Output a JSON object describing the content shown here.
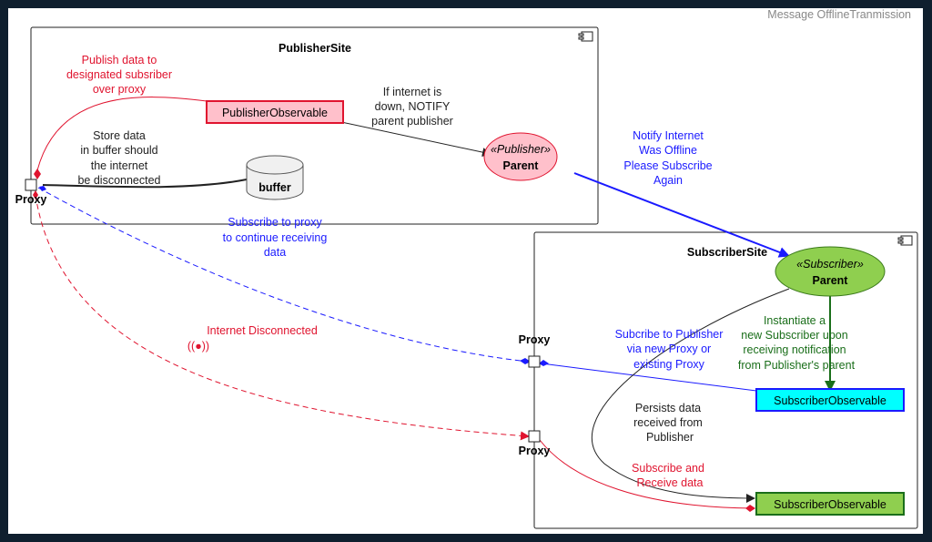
{
  "diagram": {
    "title": "Message OfflineTranmission",
    "publisher_site": {
      "label": "PublisherSite",
      "observable": "PublisherObservable",
      "buffer": "buffer",
      "parent_stereotype": "«Publisher»",
      "parent_name": "Parent",
      "proxy": "Proxy"
    },
    "subscriber_site": {
      "label": "SubscriberSite",
      "parent_stereotype": "«Subscriber»",
      "parent_name": "Parent",
      "proxy_top": "Proxy",
      "proxy_bottom": "Proxy",
      "observable_top": "SubscriberObservable",
      "observable_bottom": "SubscriberObservable"
    },
    "edge_labels": {
      "publish_data": [
        "Publish data to",
        "designated subsriber",
        "over proxy"
      ],
      "if_internet_down": [
        "If internet is",
        "down, NOTIFY",
        "parent publisher"
      ],
      "store_data": [
        "Store data",
        "in buffer should",
        "the internet",
        "be disconnected"
      ],
      "notify_offline": [
        "Notify Internet",
        "Was Offline",
        "Please Subscribe",
        "Again"
      ],
      "subscribe_to_proxy": [
        "Subscribe to proxy",
        "to continue receiving",
        "data"
      ],
      "internet_disconnected": "Internet Disconnected",
      "subscribe_new_proxy": [
        "Subcribe to Publisher",
        "via new Proxy or",
        "existing Proxy"
      ],
      "instantiate": [
        "Instantiate a",
        "new Subscriber upon",
        "receiving notification",
        "from Publisher's parent"
      ],
      "persists": [
        "Persists data",
        "received from",
        "Publisher"
      ],
      "subscribe_receive": [
        "Subscribe and",
        "Receive data"
      ]
    },
    "disconnect_symbol": "((●))"
  },
  "colors": {
    "red": "#e0142f",
    "blue": "#1a1aff",
    "green": "#1a6e1a",
    "pink_fill": "#ffc0cb",
    "cyan_fill": "#00ffff",
    "lime_fill": "#8fcf4f"
  }
}
